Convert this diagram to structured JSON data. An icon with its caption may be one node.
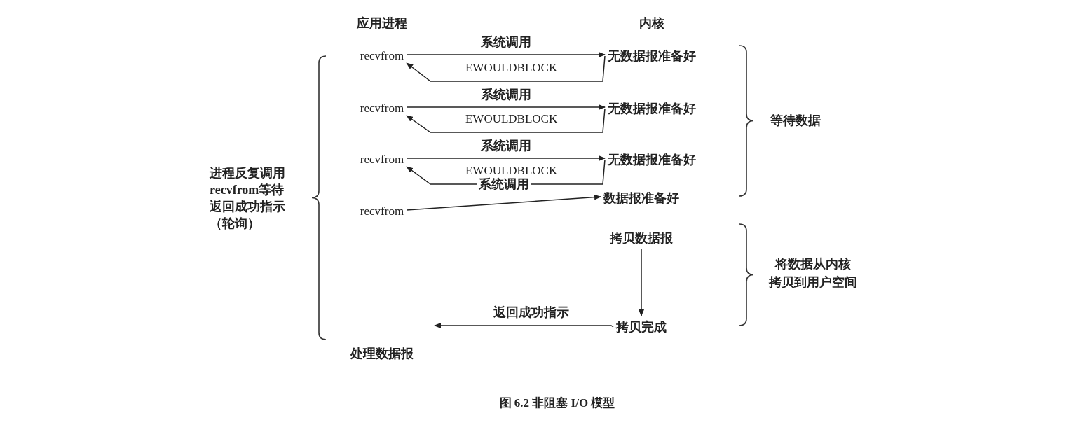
{
  "diagram": {
    "caption": "图 6.2 非阻塞 I/O 模型",
    "nodes": [
      {
        "text": [
          "recvfrom"
        ]
      },
      {
        "text": [
          "无数据报准备好"
        ]
      },
      {
        "text": [
          "recvfrom"
        ]
      },
      {
        "text": [
          "无数据报准备好"
        ]
      },
      {
        "text": [
          "recvfrom"
        ]
      },
      {
        "text": [
          "无数据报准备好"
        ]
      },
      {
        "text": [
          "recvfrom"
        ]
      },
      {
        "text": [
          "数据报准备好"
        ]
      },
      {
        "text": [
          "拷贝数据报"
        ]
      },
      {
        "text": [
          "拷贝完成"
        ]
      }
    ],
    "edges": [
      {
        "from": 0,
        "to": 1,
        "arrow": "to",
        "label": "系统调用"
      },
      {
        "from": 1,
        "to": 0,
        "arrow": "to",
        "label": "EWOULDBLOCK"
      },
      {
        "from": 2,
        "to": 3,
        "arrow": "to",
        "label": "系统调用"
      },
      {
        "from": 3,
        "to": 2,
        "arrow": "to",
        "label": "EWOULDBLOCK"
      },
      {
        "from": 4,
        "to": 5,
        "arrow": "to",
        "label": "系统调用"
      },
      {
        "from": 5,
        "to": 4,
        "arrow": "to",
        "label": "EWOULDBLOCK"
      },
      {
        "from": 6,
        "to": 7,
        "arrow": "to",
        "label": "系统调用"
      },
      {
        "from": 8,
        "to": 9,
        "arrow": "to"
      },
      {
        "from": 9,
        "to": null,
        "arrow": "to",
        "label": "返回成功指示"
      }
    ],
    "labels": [
      "应用进程",
      "内核",
      "进程反复调用recvfrom等待返回成功指示（轮询）",
      "等待数据",
      "将数据从内核拷贝到用户空间",
      "处理数据报"
    ]
  }
}
